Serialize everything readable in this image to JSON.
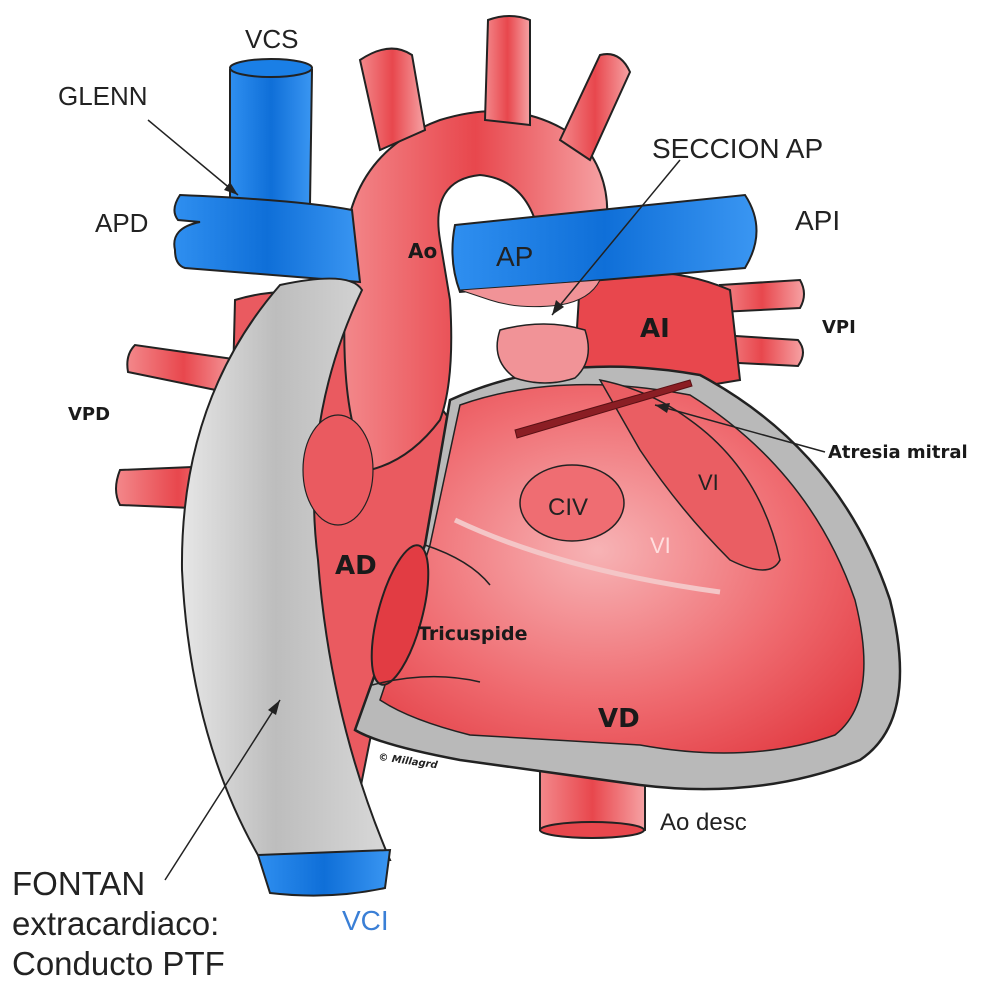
{
  "colors": {
    "blood_red": "#e8474d",
    "red_light": "#f7a8aa",
    "vein_blue": "#1f86e8",
    "conduit_gray": "#c9c9c9",
    "outline": "#222222"
  },
  "labels": {
    "vcs": "VCS",
    "glenn": "GLENN",
    "apd": "APD",
    "seccion_ap": "SECCION AP",
    "api": "API",
    "ao": "Ao",
    "ap": "AP",
    "ai": "AI",
    "vpi": "VPI",
    "vpd": "VPD",
    "atresia_mitral": "Atresia mitral",
    "civ": "CIV",
    "vi_upper": "VI",
    "vi_lower": "VI",
    "ad": "AD",
    "tricuspide": "Tricuspide",
    "vd": "VD",
    "copyright": "© Millagrd",
    "ao_desc": "Ao desc",
    "vci": "VCI",
    "fontan_line1": "FONTAN",
    "fontan_line2": "extracardiaco:",
    "fontan_line3": "Conducto PTF"
  }
}
